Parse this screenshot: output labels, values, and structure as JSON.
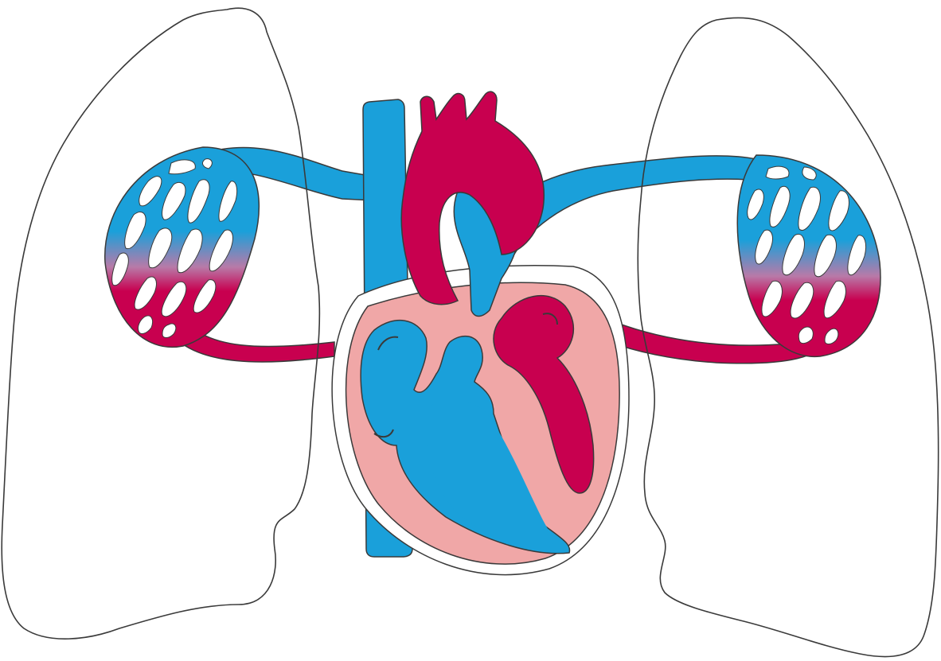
{
  "diagram": {
    "kind": "pulmonary circulation illustration",
    "text_labels": [],
    "colors": {
      "deoxygenated_blood": "#1aa0da",
      "oxygenated_blood": "#c8004f",
      "heart_muscle": "#f0a7a7",
      "pericardium": "#ffffff",
      "outline": "#3a3a3a",
      "background": "#ffffff"
    },
    "parts": [
      "left-lung",
      "right-lung",
      "vena-cava",
      "aorta",
      "pulmonary-artery",
      "pulmonary-veins",
      "capillary-bed-left",
      "capillary-bed-right",
      "heart",
      "right-atrium",
      "right-ventricle",
      "left-atrium",
      "left-ventricle"
    ]
  }
}
